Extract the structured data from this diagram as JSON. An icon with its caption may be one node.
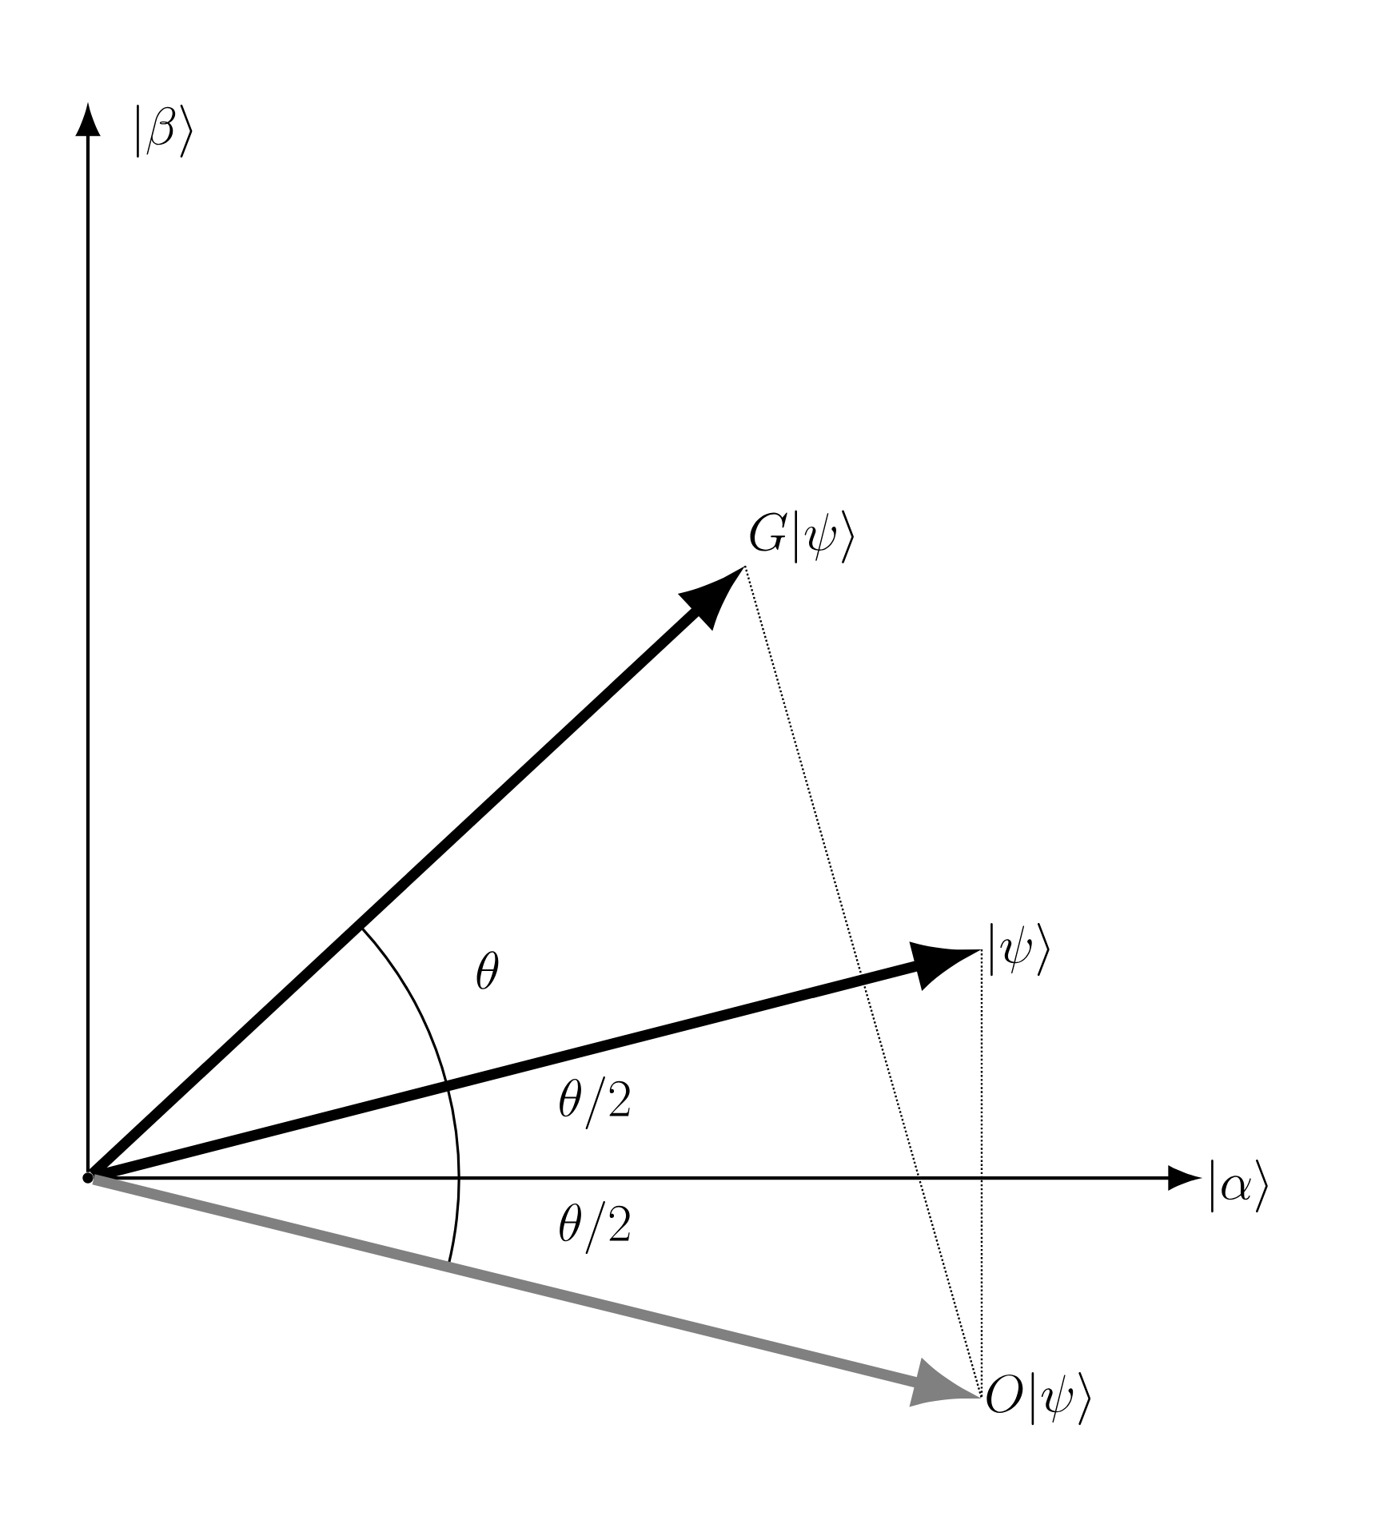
{
  "diagram": {
    "nodes": [
      {
        "text": [],
        "shape": "point"
      },
      {
        "text": [
          "|\\beta\\rangle"
        ]
      },
      {
        "text": [
          "|\\alpha\\rangle"
        ]
      },
      {
        "text": [
          "G|\\psi\\rangle"
        ]
      },
      {
        "text": [
          "|\\psi\\rangle"
        ]
      },
      {
        "text": [
          "O|\\psi\\rangle"
        ]
      }
    ],
    "edges": [
      {
        "from": 0,
        "to": 1,
        "arrow": "to"
      },
      {
        "from": 0,
        "to": 2,
        "arrow": "to"
      },
      {
        "from": 0,
        "to": 3,
        "arrow": "to",
        "style": "thick"
      },
      {
        "from": 0,
        "to": 4,
        "arrow": "to",
        "style": "thick"
      },
      {
        "from": 0,
        "to": 5,
        "arrow": "to",
        "style": "thick",
        "color": "#808080"
      },
      {
        "from": 3,
        "to": 5,
        "arrow": "none",
        "style": "dashed"
      },
      {
        "from": 4,
        "to": 5,
        "arrow": "none",
        "style": "dashed"
      }
    ],
    "labels": [
      "\\theta",
      "\\theta/2",
      "\\theta/2"
    ]
  }
}
